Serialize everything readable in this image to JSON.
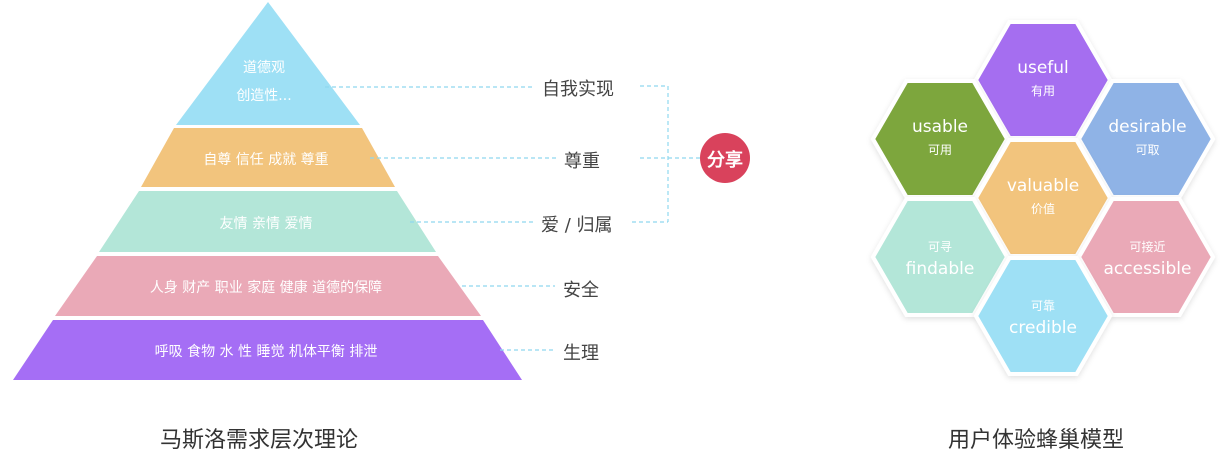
{
  "pyramid": {
    "caption": "马斯洛需求层次理论",
    "share_label": "分享",
    "layers": [
      {
        "key": "top",
        "text_line1": "道德观",
        "text_line2": "创造性...",
        "label": "自我实现",
        "color": "#9ee0f5"
      },
      {
        "key": "esteem",
        "text": "自尊 信任 成就 尊重",
        "label": "尊重",
        "color": "#f2c47d"
      },
      {
        "key": "love",
        "text": "友情 亲情 爱情",
        "label": "爱 / 归属",
        "color": "#b3e6d8"
      },
      {
        "key": "safety",
        "text": "人身 财产 职业 家庭 健康 道德的保障",
        "label": "安全",
        "color": "#eaa9b7"
      },
      {
        "key": "physio",
        "text": "呼吸 食物 水 性 睡觉 机体平衡 排泄",
        "label": "生理",
        "color": "#a56ef5"
      }
    ],
    "share_color": "#d9425c",
    "connector_color": "#8fd8ef"
  },
  "honeycomb": {
    "caption": "用户体验蜂巢模型",
    "cells": [
      {
        "key": "useful",
        "en": "useful",
        "cn": "有用",
        "color": "#a56ef0"
      },
      {
        "key": "usable",
        "en": "usable",
        "cn": "可用",
        "color": "#7da63e"
      },
      {
        "key": "desirable",
        "en": "desirable",
        "cn": "可取",
        "color": "#8fb3e6"
      },
      {
        "key": "valuable",
        "en": "valuable",
        "cn": "价值",
        "color": "#f2c47d"
      },
      {
        "key": "findable",
        "en": "findable",
        "cn": "可寻",
        "color": "#b3e6d8"
      },
      {
        "key": "accessible",
        "en": "accessible",
        "cn": "可接近",
        "color": "#eaa9b7"
      },
      {
        "key": "credible",
        "en": "credible",
        "cn": "可靠",
        "color": "#9ee0f5"
      }
    ]
  }
}
